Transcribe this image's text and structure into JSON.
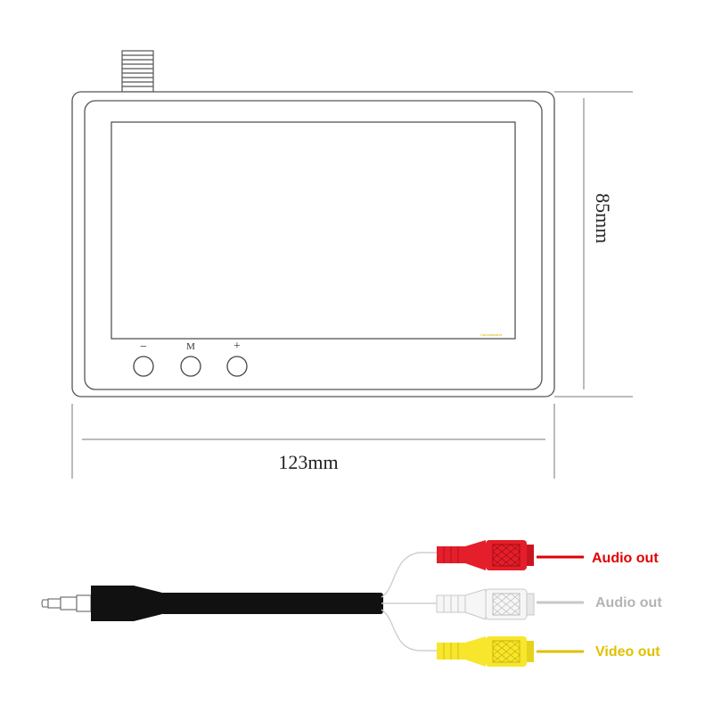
{
  "dimensions": {
    "width_label": "123mm",
    "height_label": "85mm"
  },
  "buttons": [
    {
      "symbol": "−"
    },
    {
      "symbol": "M"
    },
    {
      "symbol": "+"
    }
  ],
  "screen": {
    "brand_text": "Camelsbrand"
  },
  "outputs": [
    {
      "label": "Audio out",
      "color": "#e00000",
      "plug_color": "#e41e2a"
    },
    {
      "label": "Audio out",
      "color": "#b4b4b4",
      "plug_color": "#f2f2f2"
    },
    {
      "label": "Video out",
      "color": "#e0c000",
      "plug_color": "#f7e62b"
    }
  ],
  "colors": {
    "outline": "#555555",
    "dim_line": "#777777",
    "cable": "#111111",
    "thin_wire": "#cccccc"
  }
}
